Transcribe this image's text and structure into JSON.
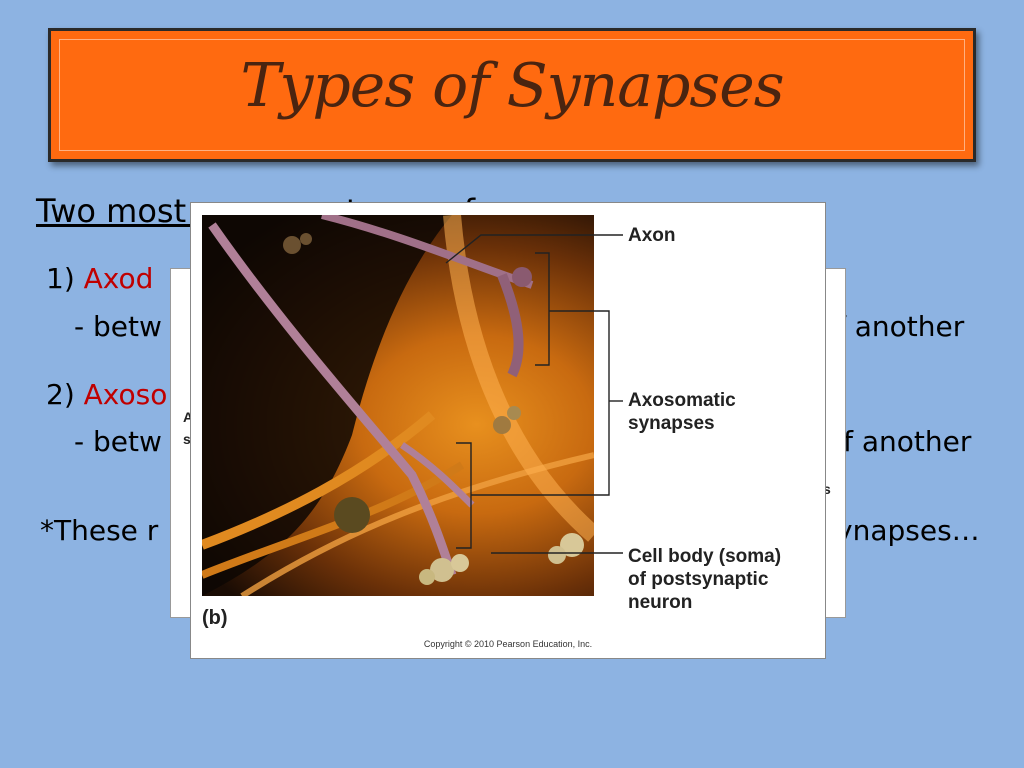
{
  "slide": {
    "title": "Types of Synapses",
    "heading": "Two most common types of...",
    "items": [
      {
        "num": "1)",
        "name": "Axod",
        "detail_prefix": "- betw",
        "detail_suffix": "f another"
      },
      {
        "num": "2)",
        "name": "Axoso",
        "detail_prefix": "- betw",
        "detail_suffix": "of another"
      }
    ],
    "note_prefix": "*These r",
    "note_suffix": "ynapses…"
  },
  "figure_back": {
    "label_a": "A",
    "label_s": "s",
    "label_right": "s"
  },
  "figure_front": {
    "label_axon": "Axon",
    "label_axosomatic_1": "Axosomatic",
    "label_axosomatic_2": "synapses",
    "label_cell_1": "Cell body (soma)",
    "label_cell_2": "of postsynaptic",
    "label_cell_3": "neuron",
    "part": "(b)",
    "copyright": "Copyright © 2010 Pearson Education, Inc."
  },
  "colors": {
    "background": "#8db3e2",
    "title_bar": "#ff6a10",
    "accent_red": "#c00000"
  }
}
